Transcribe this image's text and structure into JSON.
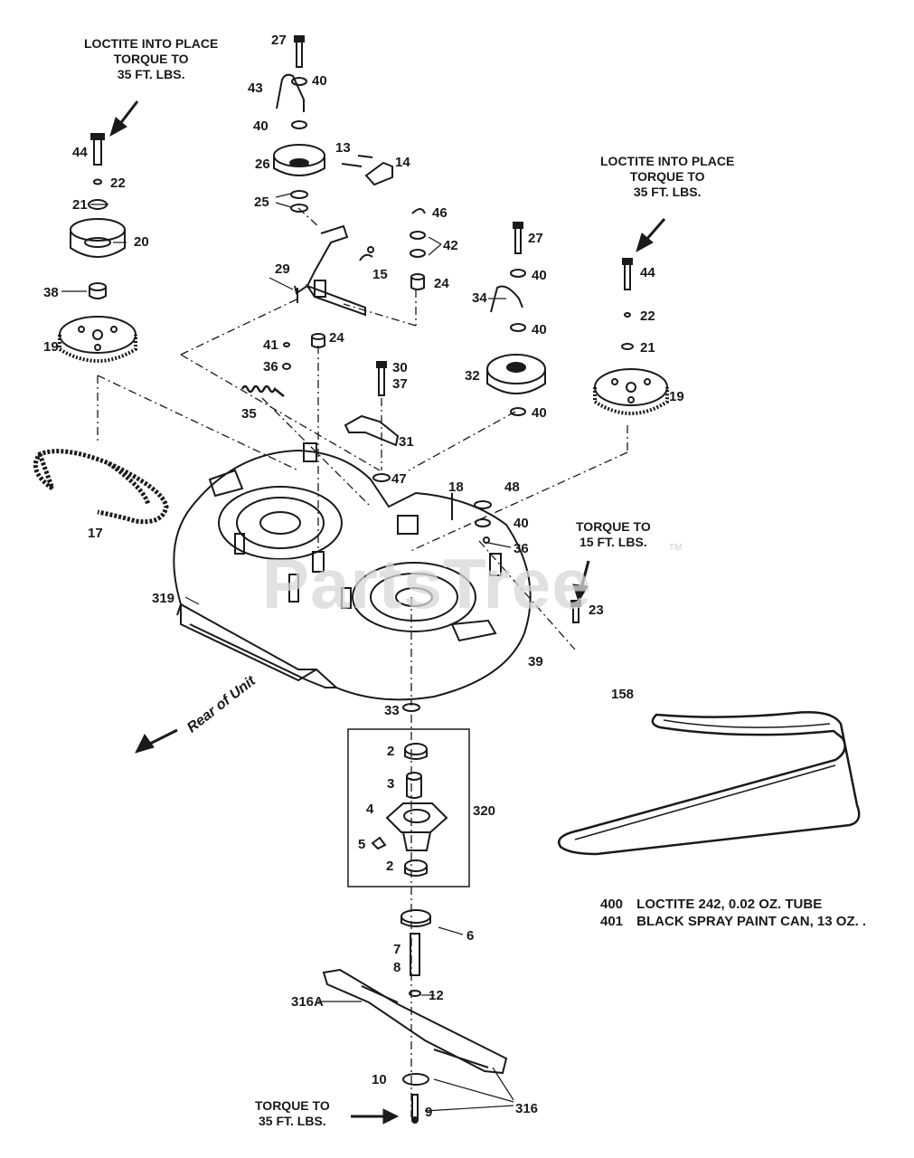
{
  "watermark": {
    "text": "PartsTree",
    "tm": "TM"
  },
  "notes": {
    "top_left": [
      "LOCTITE INTO PLACE",
      "TORQUE TO",
      "35 FT. LBS."
    ],
    "top_right": [
      "LOCTITE INTO PLACE",
      "TORQUE TO",
      "35 FT. LBS."
    ],
    "mid_right": [
      "TORQUE TO",
      "15 FT. LBS."
    ],
    "bottom": [
      "TORQUE TO",
      "35 FT. LBS."
    ]
  },
  "rear_label": "Rear of Unit",
  "legend": [
    {
      "num": "400",
      "text": "LOCTITE 242, 0.02 OZ. TUBE"
    },
    {
      "num": "401",
      "text": "BLACK SPRAY PAINT CAN, 13 OZ. ."
    }
  ],
  "callouts": {
    "c27a": "27",
    "c40a": "40",
    "c43": "43",
    "c40b": "40",
    "c26": "26",
    "c13": "13",
    "c14": "14",
    "c25": "25",
    "c46": "46",
    "c42": "42",
    "c15": "15",
    "c29": "29",
    "c24a": "24",
    "c24b": "24",
    "c41": "41",
    "c36a": "36",
    "c44a": "44",
    "c22a": "22",
    "c21a": "21",
    "c20": "20",
    "c38": "38",
    "c19a": "19",
    "c35": "35",
    "c30": "30",
    "c37": "37",
    "c31": "31",
    "c47": "47",
    "c17": "17",
    "c27b": "27",
    "c40c": "40",
    "c34": "34",
    "c40d": "40",
    "c32": "32",
    "c40e": "40",
    "c44b": "44",
    "c22b": "22",
    "c21b": "21",
    "c19b": "19",
    "c18": "18",
    "c48": "48",
    "c40f": "40",
    "c36b": "36",
    "c23": "23",
    "c319": "319",
    "c39": "39",
    "c158": "158",
    "c33": "33",
    "c2a": "2",
    "c3": "3",
    "c4": "4",
    "c5": "5",
    "c2b": "2",
    "c320": "320",
    "c6": "6",
    "c7": "7",
    "c8": "8",
    "c12": "12",
    "c316a": "316A",
    "c10": "10",
    "c9": "9",
    "c316": "316"
  }
}
